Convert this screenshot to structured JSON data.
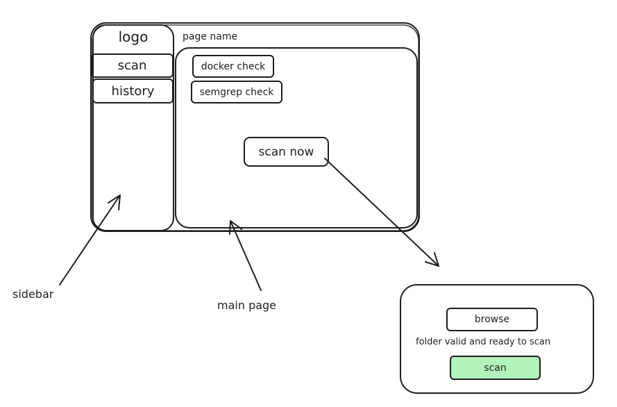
{
  "colors": {
    "ink": "#1e1e1e",
    "scan_fill": "#b2f2bb",
    "paper": "#ffffff"
  },
  "wireframe": {
    "logo": "logo",
    "page_name": "page name",
    "sidebar_items": [
      {
        "label": "scan"
      },
      {
        "label": "history"
      }
    ],
    "checks": [
      {
        "label": "docker check"
      },
      {
        "label": "semgrep check"
      }
    ],
    "scan_now_label": "scan now"
  },
  "annotations": {
    "sidebar": "sidebar",
    "main_page": "main page"
  },
  "scan_dialog": {
    "browse_label": "browse",
    "status_text": "folder valid and ready to scan",
    "scan_label": "scan"
  }
}
